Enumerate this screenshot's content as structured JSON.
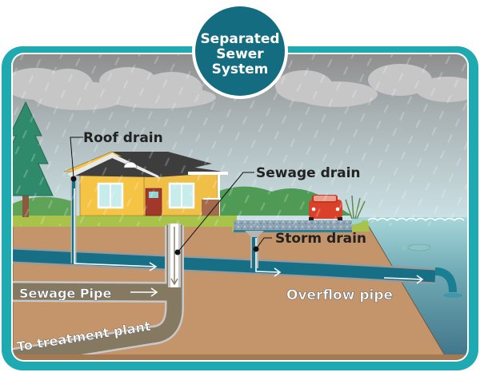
{
  "title": {
    "lines": [
      "Separated",
      "Sewer",
      "System"
    ]
  },
  "labels": {
    "roof_drain": "Roof drain",
    "sewage_drain": "Sewage drain",
    "storm_drain": "Storm drain",
    "sewage_pipe": "Sewage Pipe",
    "overflow_pipe": "Overflow pipe",
    "to_treatment_plant": "To treatment plant"
  },
  "colors": {
    "frame_teal": "#1fa9b0",
    "title_circle": "#146c80",
    "sky_top": "#8e8e8e",
    "sky_bottom": "#c9e0e4",
    "ground": "#c4956a",
    "grass": "#a8c34a",
    "storm_pipe": "#176f86",
    "sewage_pipe": "#857961",
    "water": "#6fa9b4",
    "house_wall": "#f6c445",
    "roof": "#3f3f3f",
    "door": "#a0392c",
    "car": "#d9412b",
    "tree": "#2e8a6a"
  }
}
